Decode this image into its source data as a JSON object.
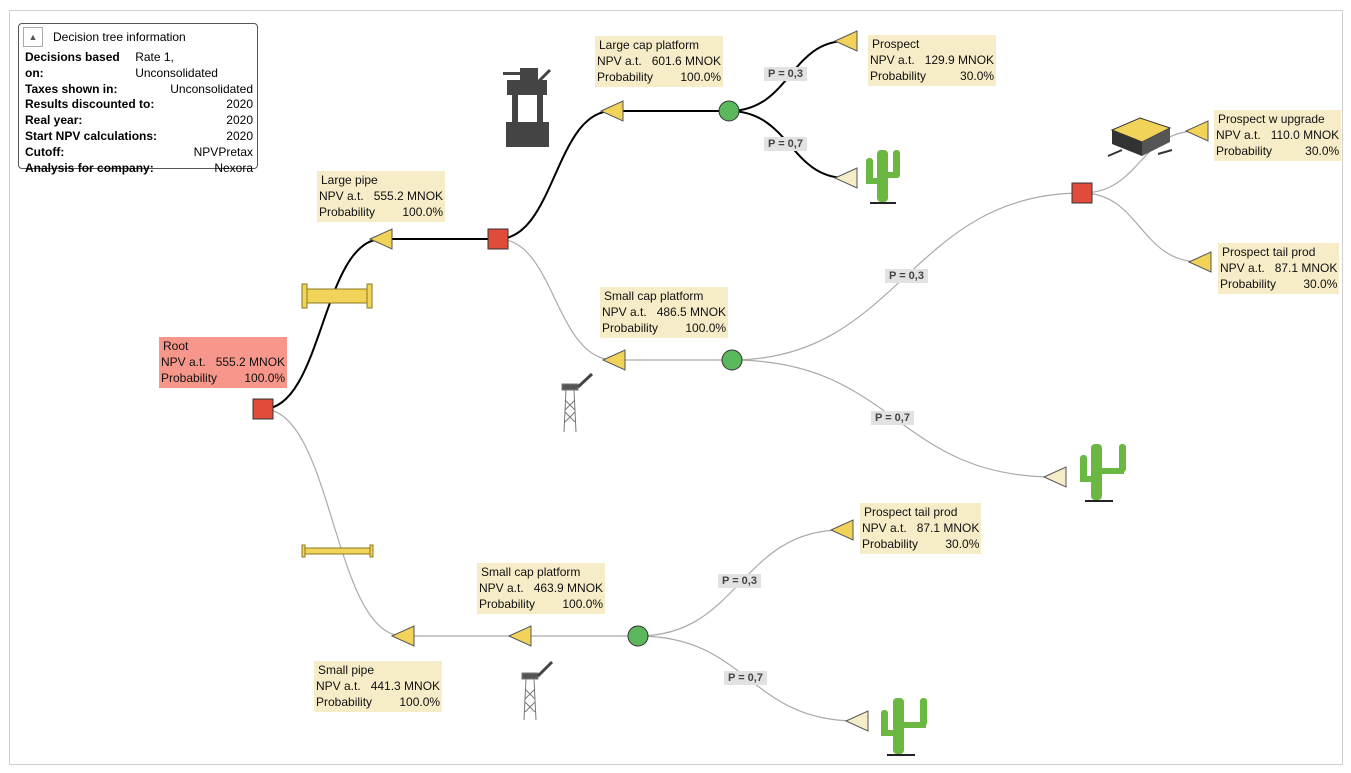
{
  "info": {
    "title": "Decision tree information",
    "rows": [
      {
        "k": "Decisions based on:",
        "v": "Rate 1, Unconsolidated"
      },
      {
        "k": "Taxes shown in:",
        "v": "Unconsolidated"
      },
      {
        "k": "Results discounted to:",
        "v": "2020"
      },
      {
        "k": "Real year:",
        "v": "2020"
      },
      {
        "k": "Start NPV calculations:",
        "v": "2020"
      },
      {
        "k": "Cutoff:",
        "v": "NPVPretax"
      },
      {
        "k": "Analysis for company:",
        "v": "Nexora"
      }
    ]
  },
  "npv_label": "NPV a.t.",
  "prob_label": "Probability",
  "nodes": {
    "root": {
      "title": "Root",
      "npv": "555.2 MNOK",
      "prob": "100.0%"
    },
    "large_pipe": {
      "title": "Large pipe",
      "npv": "555.2 MNOK",
      "prob": "100.0%"
    },
    "large_cap": {
      "title": "Large cap platform",
      "npv": "601.6 MNOK",
      "prob": "100.0%"
    },
    "prospect": {
      "title": "Prospect",
      "npv": "129.9 MNOK",
      "prob": "30.0%"
    },
    "small_cap_1": {
      "title": "Small cap platform",
      "npv": "486.5 MNOK",
      "prob": "100.0%"
    },
    "prospect_upgrade": {
      "title": "Prospect w upgrade",
      "npv": "110.0 MNOK",
      "prob": "30.0%"
    },
    "prospect_tail_1": {
      "title": "Prospect tail prod",
      "npv": "87.1 MNOK",
      "prob": "30.0%"
    },
    "small_pipe": {
      "title": "Small pipe",
      "npv": "441.3 MNOK",
      "prob": "100.0%"
    },
    "small_cap_2": {
      "title": "Small cap platform",
      "npv": "463.9 MNOK",
      "prob": "100.0%"
    },
    "prospect_tail_2": {
      "title": "Prospect tail prod",
      "npv": "87.1 MNOK",
      "prob": "30.0%"
    }
  },
  "probs": {
    "p03": "P = 0,3",
    "p07": "P = 0,7"
  },
  "colors": {
    "decision": "#e04b3a",
    "chance": "#5cb85c",
    "terminal": "#f2d35a",
    "terminal_dry": "#f5ecc8",
    "label_bg": "#f6ecc8",
    "root_bg": "#f7978b",
    "cactus": "#6ab842"
  }
}
